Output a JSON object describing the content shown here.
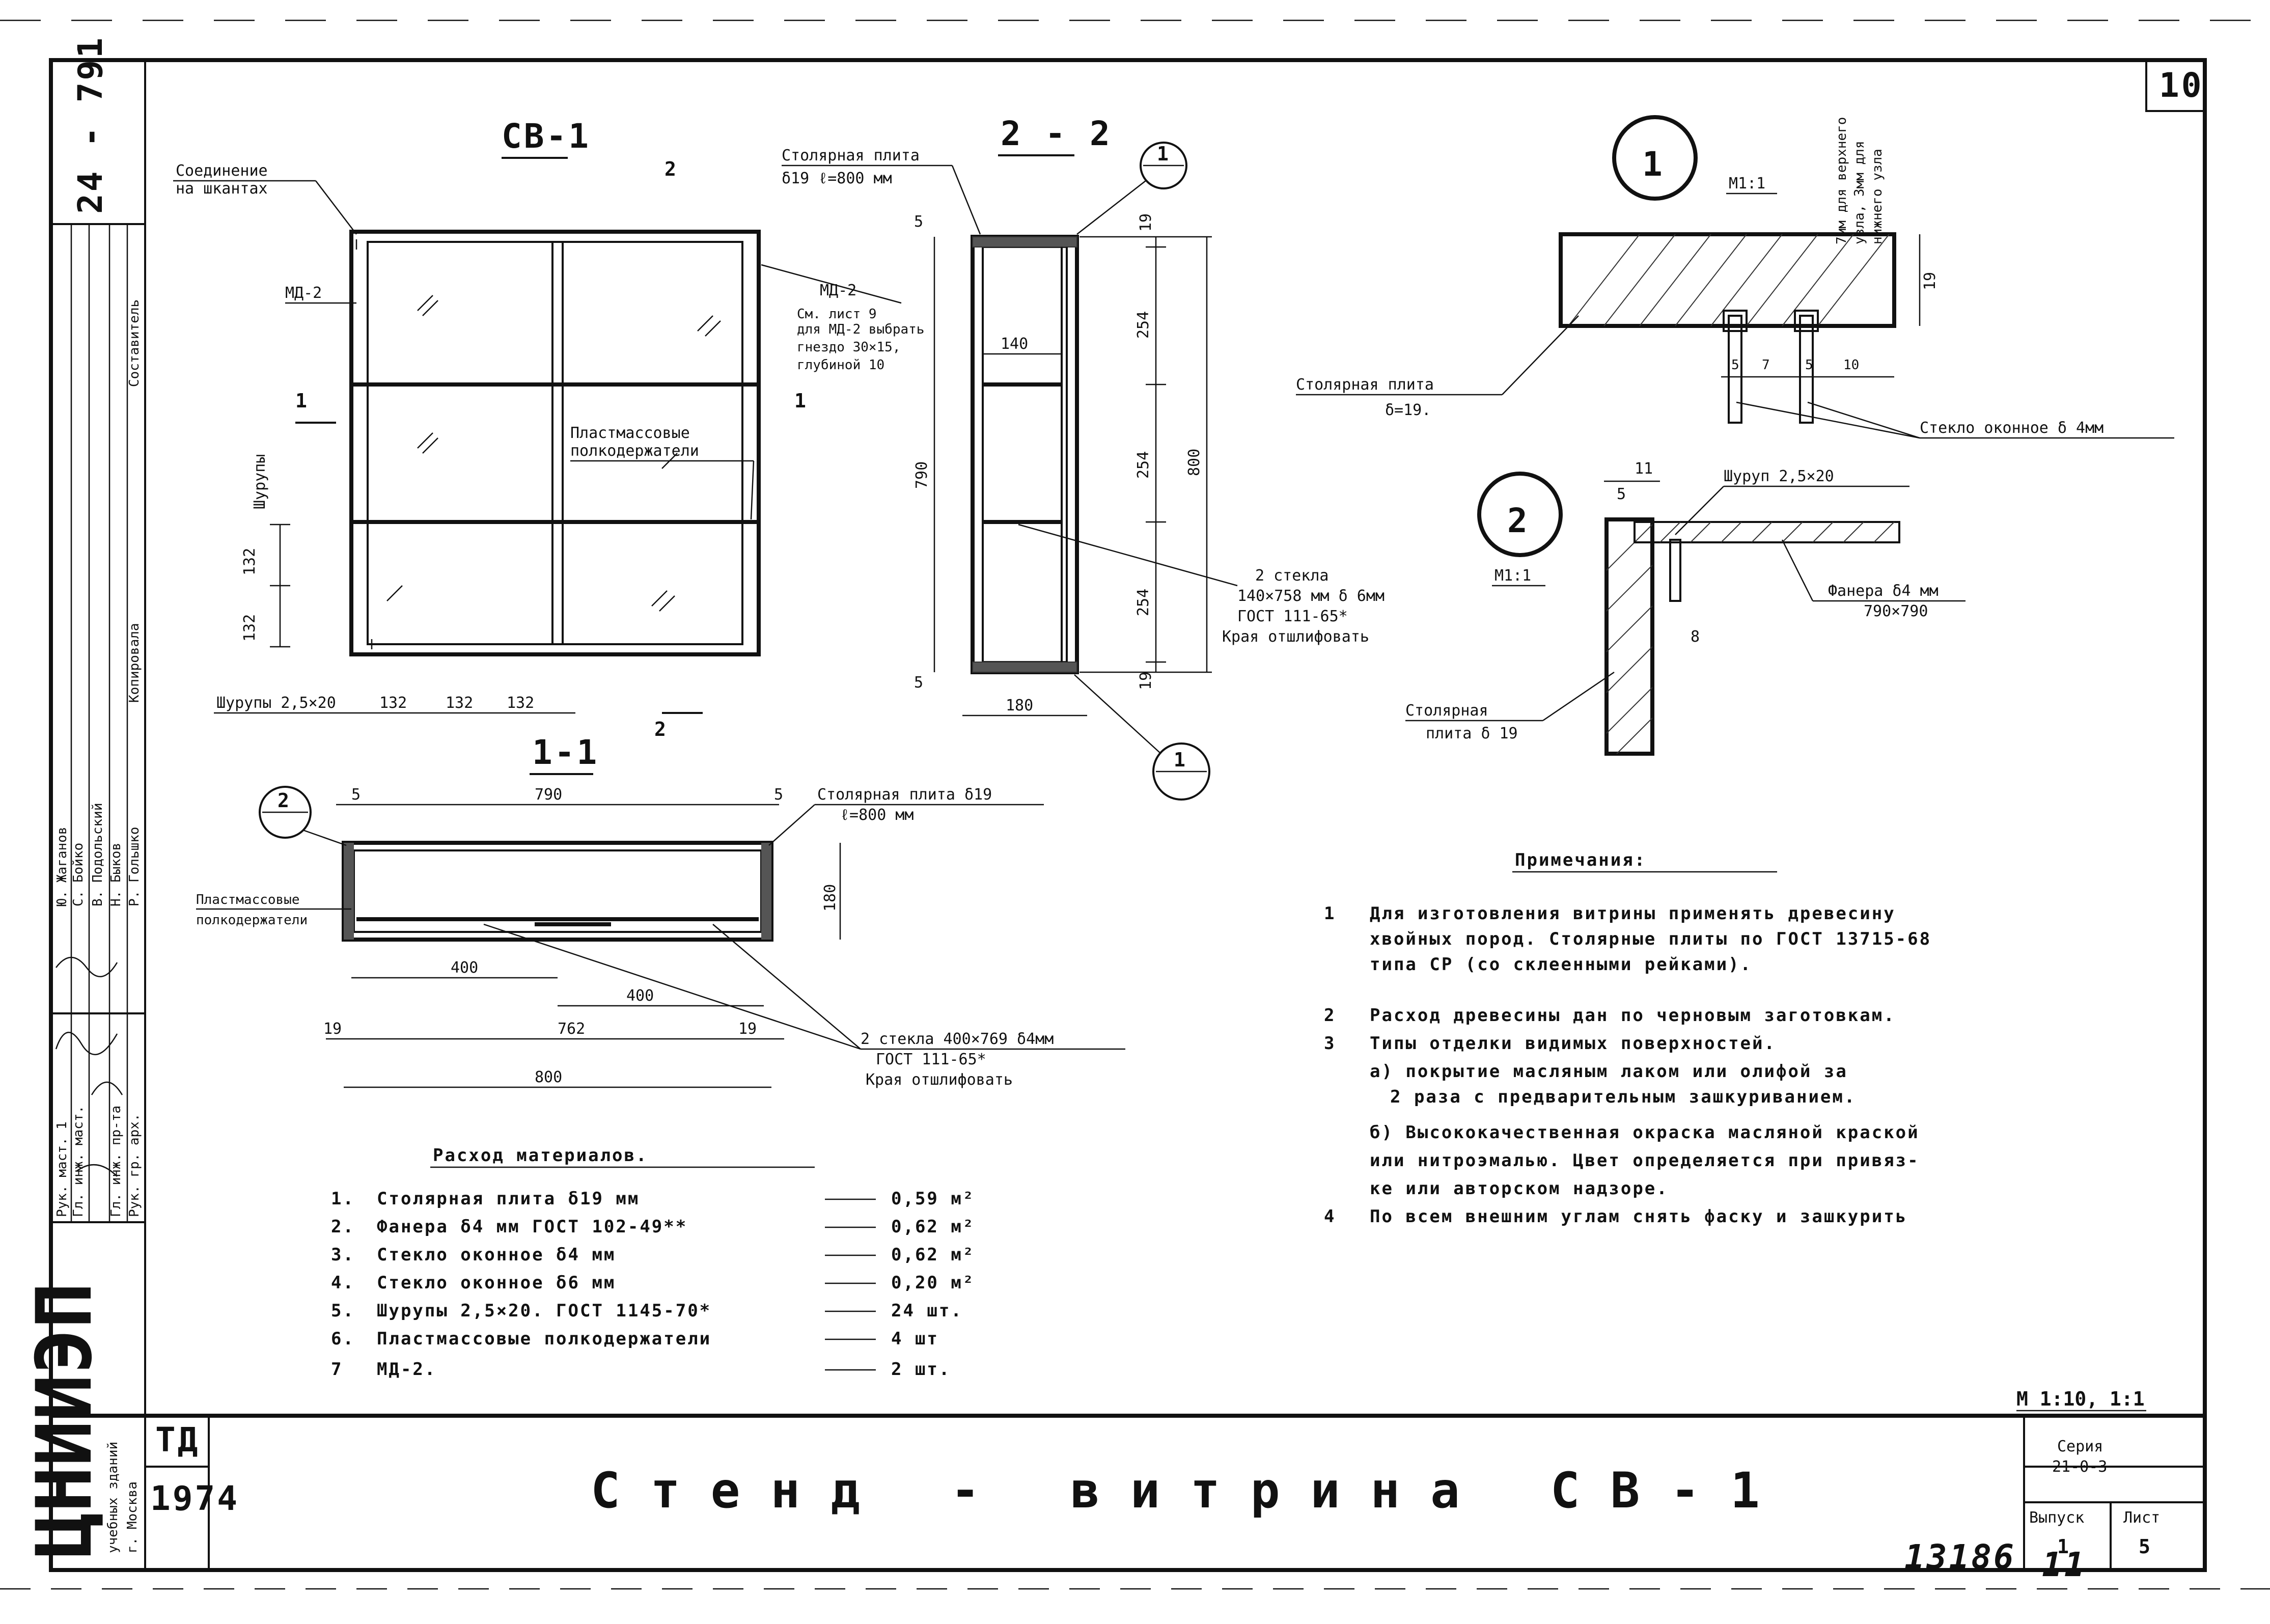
{
  "sheet": {
    "sheet_no": "10",
    "side_code": "24 - 791",
    "stamp_code": "13186",
    "stamp_index": "11"
  },
  "titles": {
    "front": "СВ-1",
    "section22": "2 - 2",
    "section11": "1-1",
    "node1": "1",
    "node2": "2",
    "scale_node1": "М1:1",
    "scale_node2": "М1:1"
  },
  "labels": {
    "joint": [
      "Соединение",
      "на шкантах"
    ],
    "md2_left": "МД-2",
    "md2_right": "МД-2",
    "md2_note": [
      "См. лист 9",
      "для МД-2 выбрать",
      "гнездо 30×15,",
      "глубиной 10"
    ],
    "screws_vertical": "Шурупы",
    "screws_bottom": "Шурупы 2,5×20",
    "plastic_holders": [
      "Пластмассовые",
      "полкодержатели"
    ],
    "plate_top": [
      "Столярная плита",
      "δ19  ℓ=800 мм"
    ],
    "glass2": [
      "2 стекла",
      "140×758 мм δ 6мм",
      "ГОСТ 111-65*",
      "Края отшлифовать"
    ],
    "plate_sec11": [
      "Столярная плита δ19",
      "ℓ=800 мм"
    ],
    "plastic_sec11": [
      "Пластмассовые",
      "полкодержатели"
    ],
    "glass_sec11": [
      "2 стекла 400×769 δ4мм",
      "ГОСТ 111-65*",
      "Края отшлифовать"
    ],
    "node1_plate": [
      "Столярная плита",
      "δ=19."
    ],
    "node1_glass": "Стекло оконное δ 4мм",
    "node1_side_note": [
      "7мм для верхнего",
      "узла, 3мм для",
      "нижнего узла"
    ],
    "node2_screw": "Шуруп 2,5×20",
    "node2_plywood": [
      "Фанера δ4 мм",
      "790×790"
    ],
    "node2_plate": [
      "Столярная",
      "плита δ 19"
    ],
    "section_mark": "2",
    "arrow_mark": "1"
  },
  "dims": {
    "front_rows": [
      "132",
      "132"
    ],
    "front_cols": [
      "132",
      "132",
      "132"
    ],
    "sec22_width": "180",
    "sec22_shelf": "140",
    "sec22_rows": [
      "254",
      "254",
      "254"
    ],
    "sec22_total": "800",
    "sec22_height": "790",
    "sec22_end": "19",
    "sec22_small": "5",
    "sec11_top": "790",
    "sec11_5": "5",
    "sec11_depth": "180",
    "sec11_400a": "400",
    "sec11_400b": "400",
    "sec11_762": "762",
    "sec11_19": "19",
    "sec11_800": "800",
    "node1_19": "19",
    "node1_5": "5",
    "node1_7": "7",
    "node1_10": "10",
    "node2_11": "11",
    "node2_5": "5",
    "node2_8": "8"
  },
  "notes": {
    "heading": "Примечания:",
    "items": [
      {
        "n": "1",
        "lines": [
          "Для изготовления витрины применять древесину",
          "хвойных пород. Столярные плиты по ГОСТ 13715-68",
          "типа СР (со склеенными рейками)."
        ]
      },
      {
        "n": "2",
        "lines": [
          "Расход древесины дан по черновым заготовкам."
        ]
      },
      {
        "n": "3",
        "lines": [
          "Типы отделки видимых поверхностей.",
          "а) покрытие масляным лаком или олифой за",
          "2 раза с предварительным зашкуриванием.",
          "б) Высококачественная окраска масляной краской",
          "или нитроэмалью. Цвет определяется при привяз-",
          "ке или авторском надзоре."
        ]
      },
      {
        "n": "4",
        "lines": [
          "По всем внешним углам снять фаску и зашкурить"
        ]
      }
    ]
  },
  "materials": {
    "heading": "Расход материалов.",
    "rows": [
      {
        "n": "1.",
        "name": "Столярная плита δ19 мм",
        "qty": "0,59 м²"
      },
      {
        "n": "2.",
        "name": "Фанера δ4 мм ГОСТ 102-49**",
        "qty": "0,62 м²"
      },
      {
        "n": "3.",
        "name": "Стекло оконное δ4 мм",
        "qty": "0,62 м²"
      },
      {
        "n": "4.",
        "name": "Стекло оконное δ6 мм",
        "qty": "0,20 м²"
      },
      {
        "n": "5.",
        "name": "Шурупы 2,5×20. ГОСТ 1145-70*",
        "qty": "24 шт."
      },
      {
        "n": "6.",
        "name": "Пластмассовые полкодержатели",
        "qty": "4 шт"
      },
      {
        "n": "7",
        "name": "МД-2.",
        "qty": "2 шт."
      }
    ]
  },
  "title_block": {
    "title": "Стенд - витрина СВ-1",
    "td": "ТД",
    "year": "1974",
    "scale": "М 1:10, 1:1",
    "series_label": "Серия",
    "series": "21-0-3",
    "issue_label": "Выпуск",
    "issue": "1",
    "sheet_label": "Лист",
    "sheet": "5",
    "org_logo": "ЦНИИЭП",
    "org_sub": [
      "учебных зданий",
      "г. Москва"
    ],
    "roles": [
      "Рук. маст. 1",
      "Гл. инж. маст.",
      "Гл. инж. пр-та",
      "Рук. гр. арх."
    ],
    "names": [
      "Ю. Жаганов",
      "С. Бойко",
      "В. Подольский",
      "Н. Быков",
      "Р. Гольшко"
    ],
    "side_labels": [
      "Составитель",
      "Копировала"
    ]
  }
}
